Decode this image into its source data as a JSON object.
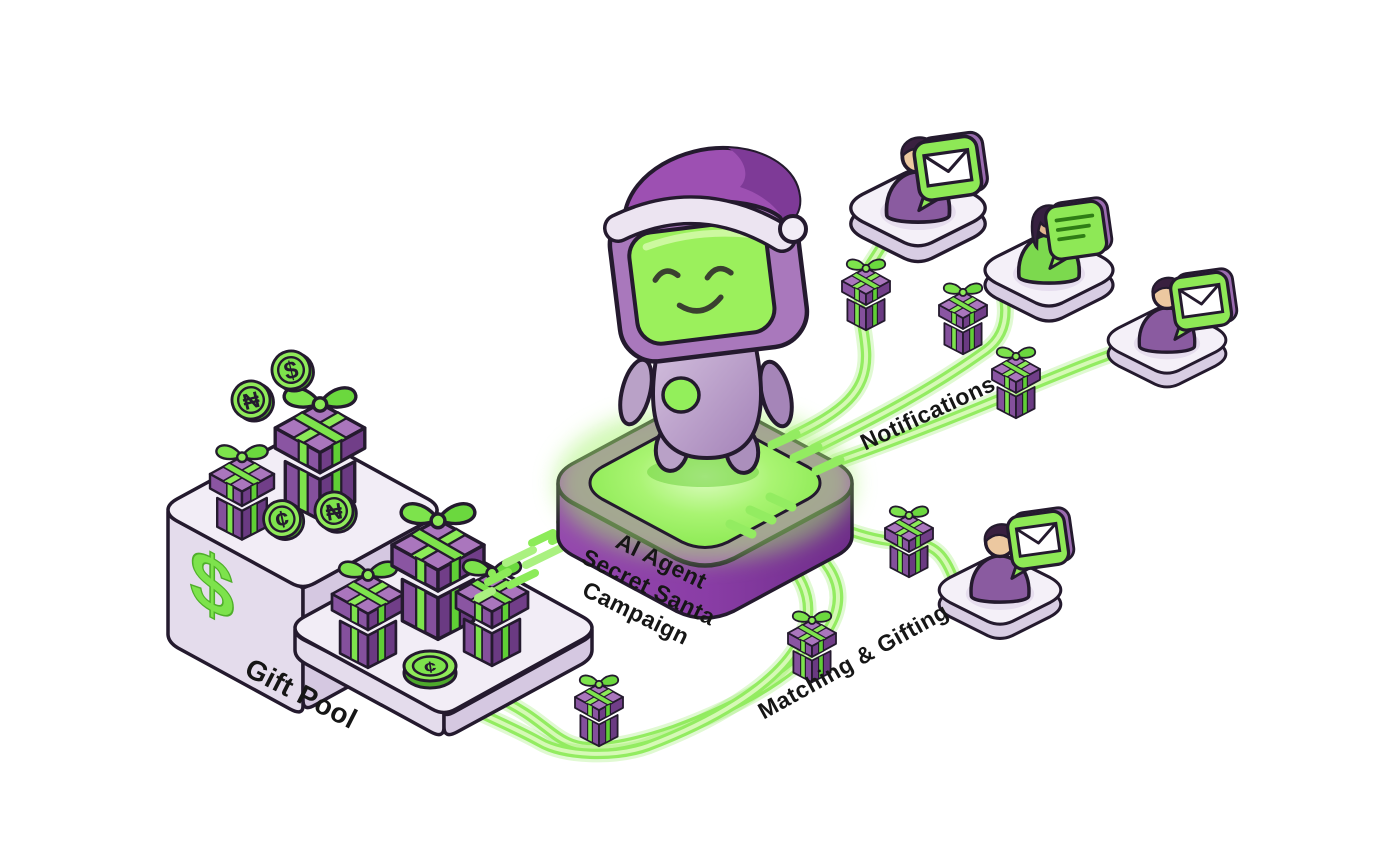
{
  "title": "AI Agent Secret Santa Campaign",
  "labels": {
    "gift_pool": "Gift Pool",
    "agent_line1": "AI Agent",
    "agent_line2": "Secret Santa",
    "agent_line3": "Campaign"
  },
  "flows": {
    "notifications": {
      "label": "Notifications",
      "line_count": 3,
      "gift_count": 3
    },
    "matching": {
      "label": "Matching & Gifting",
      "line_count": 3,
      "gift_count": 3
    }
  },
  "gift_pool": {
    "platform_symbol": "$",
    "gift_count": 5,
    "coins": [
      {
        "symbol": "$"
      },
      {
        "symbol": "₦"
      },
      {
        "symbol": "¢"
      },
      {
        "symbol": "₦"
      }
    ],
    "flat_coin_symbol": "¢"
  },
  "recipients": [
    {
      "bubble": "envelope"
    },
    {
      "bubble": "message-lines"
    },
    {
      "bubble": "envelope"
    },
    {
      "bubble": "envelope"
    }
  ],
  "robot": {
    "hat": "santa-hat",
    "screen": "smiling-face"
  },
  "colors": {
    "accent_green": "#7de34c",
    "path_green": "#93ec61",
    "gift_purple": "#8a55a2",
    "platform_purple": "#8d42a8",
    "light_platform": "#f2edf6",
    "outline": "#241a2e"
  }
}
